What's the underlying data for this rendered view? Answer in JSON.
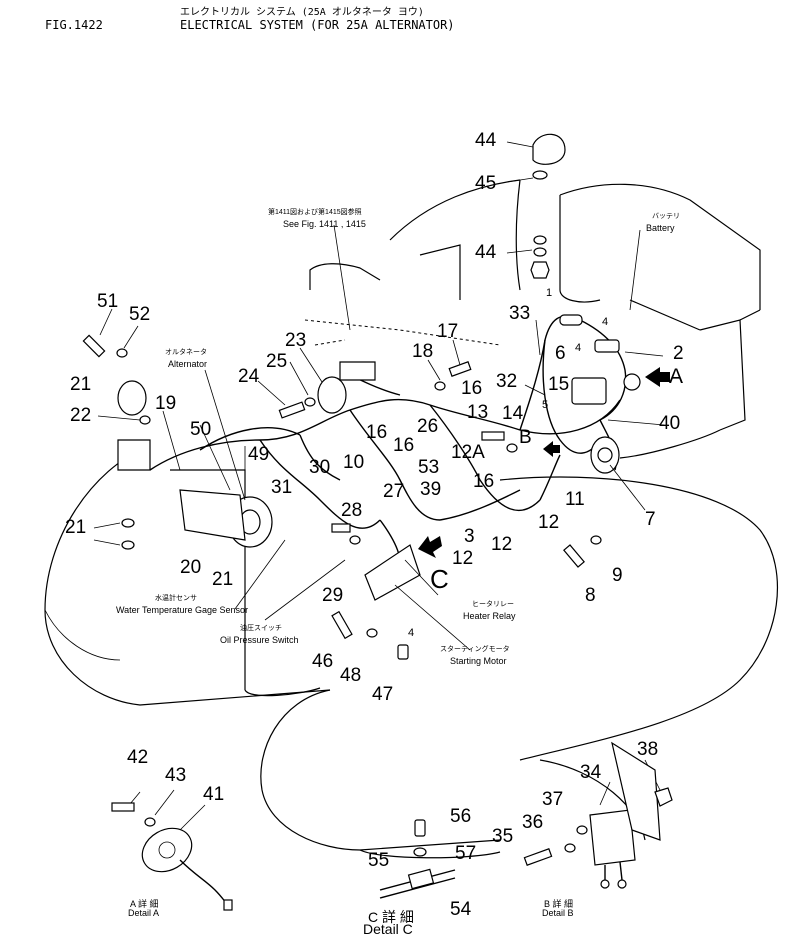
{
  "header": {
    "fig_label": "FIG.1422",
    "jp_title": "エレクトリカル システム (25A オルタネータ ヨウ)",
    "en_title": "ELECTRICAL SYSTEM (FOR 25A ALTERNATOR)"
  },
  "callouts": {
    "see_fig_jp": "第1411図および第1415図参照",
    "see_fig_en": "See Fig. 1411 , 1415",
    "battery_jp": "バッテリ",
    "battery_en": "Battery",
    "alternator_jp": "オルタネータ",
    "alternator_en": "Alternator",
    "water_sensor_jp": "水温計センサ",
    "water_sensor_en": "Water Temperature Gage Sensor",
    "oil_switch_jp": "油圧スイッチ",
    "oil_switch_en": "Oil Pressure Switch",
    "heater_relay_jp": "ヒータリレー",
    "heater_relay_en": "Heater Relay",
    "starting_motor_jp": "スターティングモータ",
    "starting_motor_en": "Starting Motor"
  },
  "view_letters": {
    "a": "A",
    "b": "B",
    "c": "C"
  },
  "details": {
    "a_jp": "A 詳 細",
    "a_en": "Detail A",
    "b_jp": "B 詳 細",
    "b_en": "Detail B",
    "c_jp": "C 詳 細",
    "c_en": "Detail C"
  },
  "part_numbers": [
    "1",
    "2",
    "3",
    "4",
    "5",
    "6",
    "7",
    "8",
    "9",
    "10",
    "11",
    "12",
    "12A",
    "13",
    "14",
    "15",
    "16",
    "17",
    "18",
    "19",
    "20",
    "21",
    "22",
    "23",
    "24",
    "25",
    "26",
    "27",
    "28",
    "29",
    "30",
    "31",
    "32",
    "33",
    "34",
    "35",
    "36",
    "37",
    "38",
    "39",
    "40",
    "41",
    "42",
    "43",
    "44",
    "45",
    "46",
    "47",
    "48",
    "49",
    "50",
    "51",
    "52",
    "53",
    "54",
    "55",
    "56",
    "57"
  ]
}
